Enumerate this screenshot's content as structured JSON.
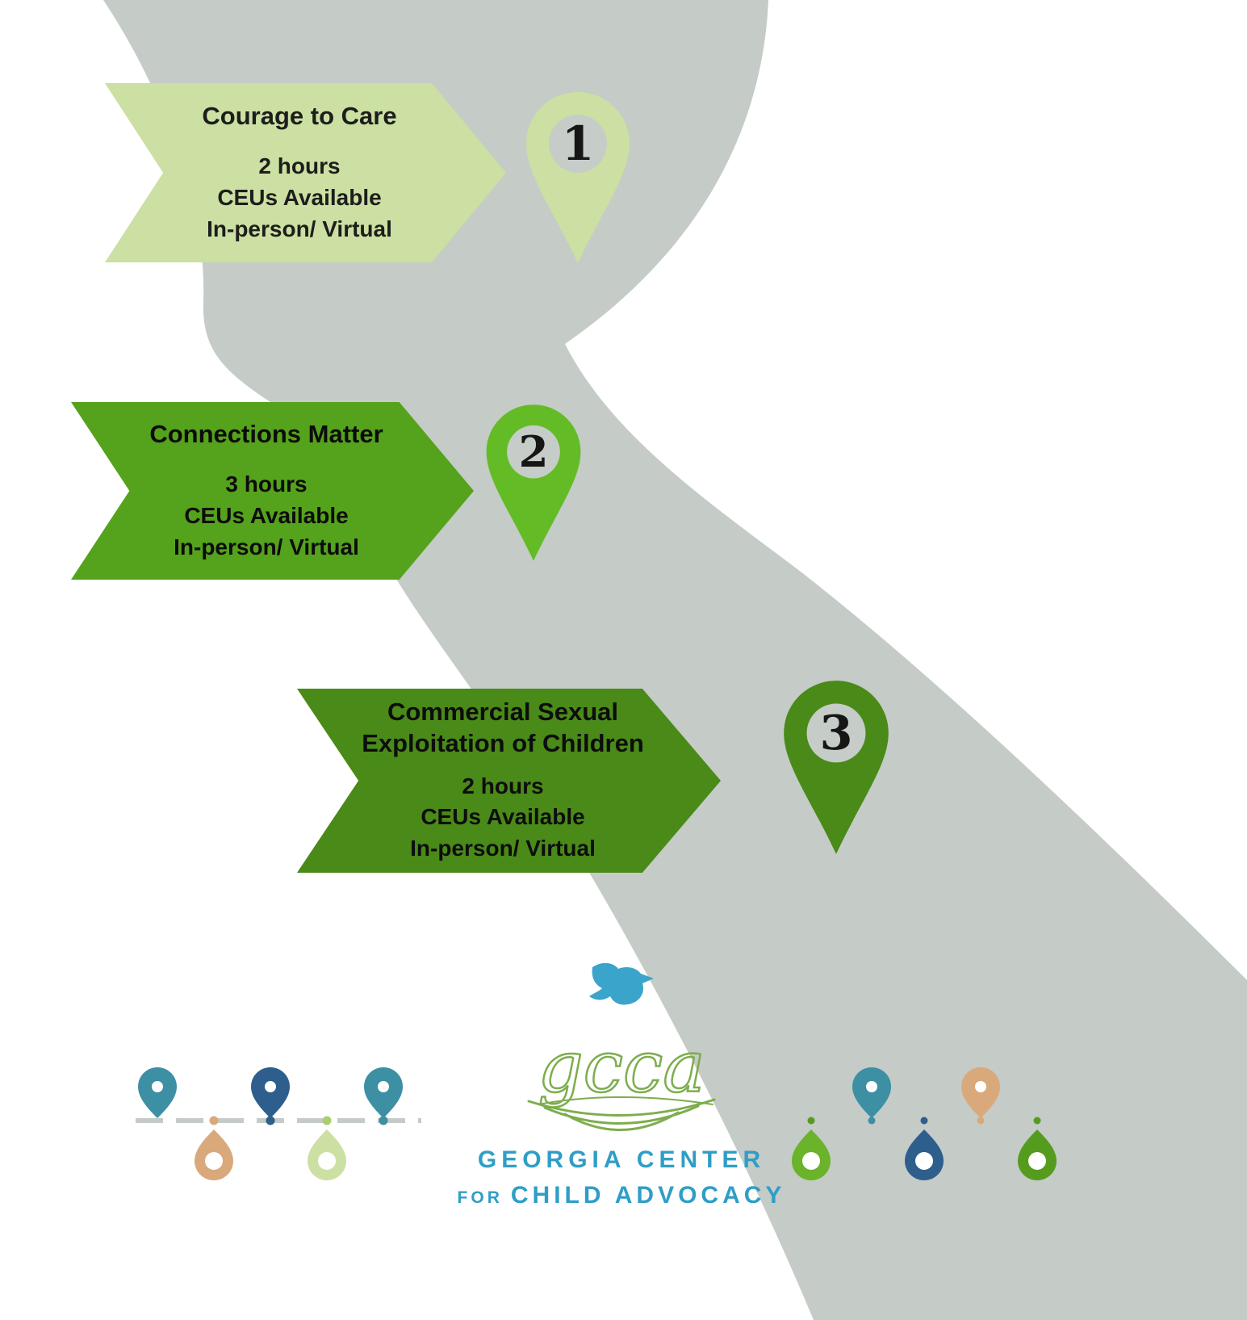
{
  "palette": {
    "road_gray": "#c5cbc6",
    "banner1_green": "#cbe0a2",
    "banner2_green": "#55a21c",
    "banner3_green": "#4a8a18",
    "pin1_green": "#cbe0a2",
    "pin2_green": "#63bc26",
    "pin3_green": "#4a8a18",
    "pin_circle_gray": "#c6ccc7",
    "logo_blue": "#3ba4cb",
    "logo_teal_text": "#2f9ec6",
    "nest_green": "#7dad4d",
    "decor_teal": "#3d8fa4",
    "decor_navy": "#2e5e8c",
    "decor_tan": "#d9a97b",
    "decor_light_green": "#cde0a3",
    "decor_bright_green": "#6ab32a",
    "decor_mid_green": "#559c1e",
    "text_dark": "#141414"
  },
  "stops": [
    {
      "number": "1",
      "title": "Courage to Care",
      "details": [
        "2 hours",
        "CEUs Available",
        "In-person/ Virtual"
      ]
    },
    {
      "number": "2",
      "title": "Connections Matter",
      "details": [
        "3 hours",
        "CEUs Available",
        "In-person/ Virtual"
      ]
    },
    {
      "number": "3",
      "title": "Commercial Sexual Exploitation of Children",
      "details": [
        "2 hours",
        "CEUs Available",
        "In-person/ Virtual"
      ]
    }
  ],
  "logo": {
    "monogram": "gcca",
    "line1": "GEORGIA CENTER",
    "line2_small": "FOR",
    "line2": "CHILD ADVOCACY"
  }
}
